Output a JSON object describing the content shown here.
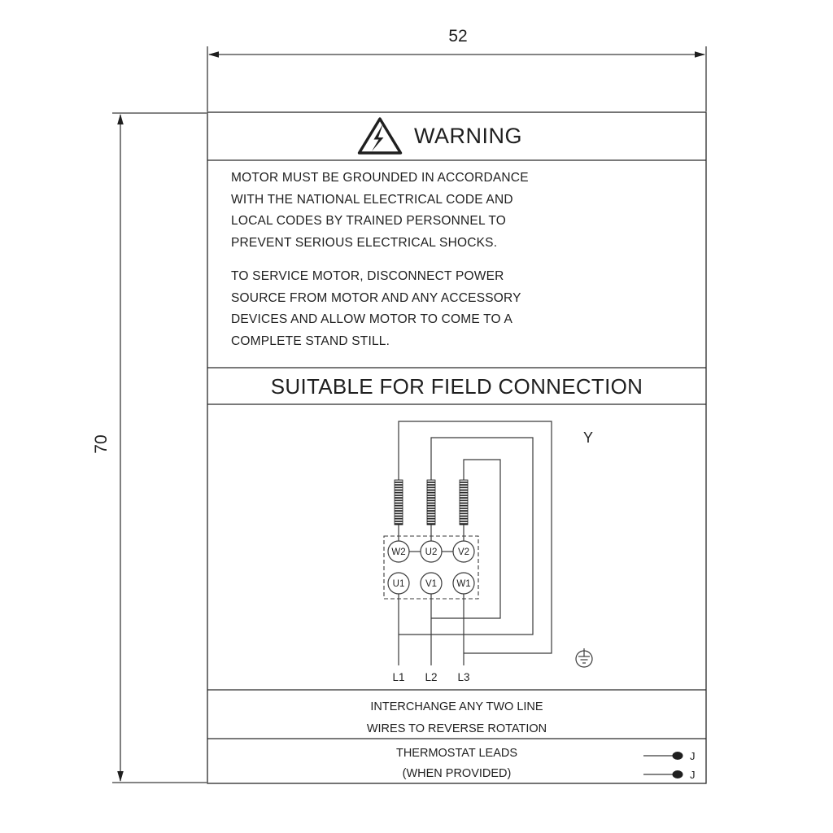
{
  "dimensions": {
    "width_label": "52",
    "height_label": "70"
  },
  "label": {
    "header": {
      "title": "WARNING"
    },
    "body": {
      "paragraph1": "MOTOR MUST BE GROUNDED IN ACCORDANCE\nWITH THE NATIONAL ELECTRICAL CODE AND\nLOCAL CODES BY TRAINED PERSONNEL TO\nPREVENT SERIOUS ELECTRICAL SHOCKS.",
      "paragraph2": "TO SERVICE MOTOR, DISCONNECT POWER\nSOURCE FROM MOTOR AND ANY ACCESSORY\nDEVICES AND ALLOW MOTOR TO COME TO A\nCOMPLETE STAND STILL."
    },
    "connection_title": "SUITABLE FOR FIELD CONNECTION",
    "diagram": {
      "connection_type": "Y",
      "terminals_top": [
        "W2",
        "U2",
        "V2"
      ],
      "terminals_bottom": [
        "U1",
        "V1",
        "W1"
      ],
      "line_labels": [
        "L1",
        "L2",
        "L3"
      ]
    },
    "rotation_note": "INTERCHANGE ANY TWO LINE\nWIRES TO REVERSE ROTATION",
    "thermostat": {
      "line1": "THERMOSTAT LEADS",
      "line2": "(WHEN PROVIDED)",
      "lead_labels": [
        "J",
        "J"
      ]
    }
  },
  "icons": {
    "warning": "high-voltage-warning-triangle",
    "ground": "earth-ground-symbol",
    "coil": "motor-winding-coil",
    "lead_dot": "thermostat-lead-terminal"
  },
  "colors": {
    "line": "#3a3a3a",
    "ink": "#1f1f1f",
    "background": "#ffffff"
  }
}
